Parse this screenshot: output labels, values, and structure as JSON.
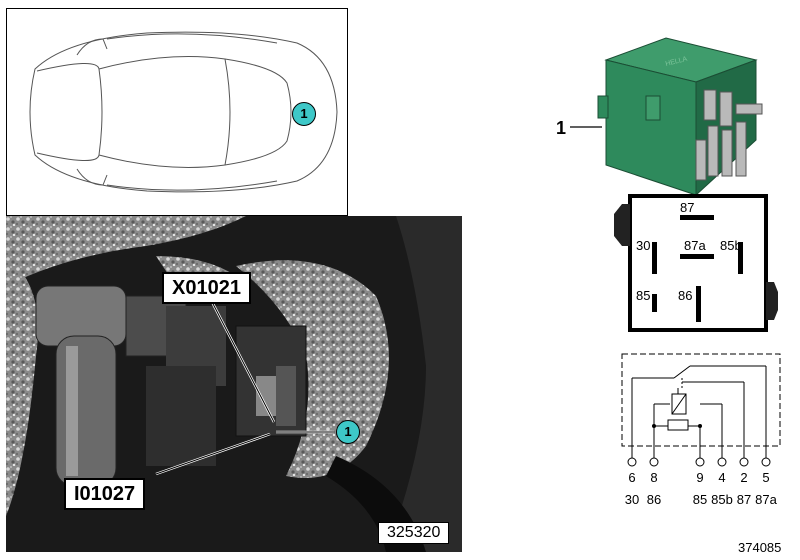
{
  "callout_number": "1",
  "connector_label": "X01021",
  "fuse_label": "I01027",
  "photo_id": "325320",
  "part_number_label": "1",
  "relay_terminals": [
    "87",
    "30",
    "87a",
    "85b",
    "85",
    "86"
  ],
  "circuit_pins_top": [
    "6",
    "8",
    "9",
    "4",
    "2",
    "5"
  ],
  "circuit_pins_bottom": [
    "30",
    "86",
    "85",
    "85b",
    "87",
    "87a"
  ],
  "diagram_id": "374085",
  "colors": {
    "callout": "#3ec8c8",
    "relay_green": "#2e8a5c"
  }
}
